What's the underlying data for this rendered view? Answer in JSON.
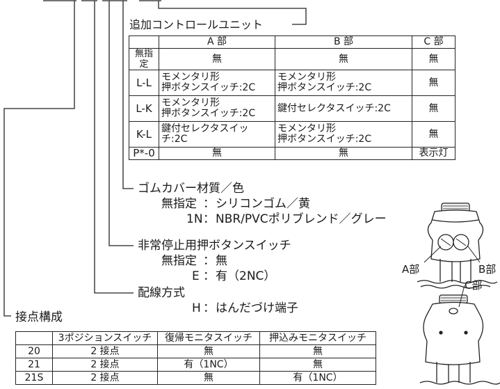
{
  "additional_unit": {
    "label": "追加コントロールユニット",
    "headers": [
      "",
      "A 部",
      "B 部",
      "C 部"
    ],
    "rows": [
      {
        "code": "無指定",
        "a": "無",
        "b": "無",
        "c": "無"
      },
      {
        "code": "L-L",
        "a": "モメンタリ形\n押ボタンスイッチ:2C",
        "b": "モメンタリ形\n押ボタンスイッチ:2C",
        "c": "無"
      },
      {
        "code": "L-K",
        "a": "モメンタリ形\n押ボタンスイッチ:2C",
        "b": "鍵付セレクタスイッチ:2C",
        "c": "無"
      },
      {
        "code": "K-L",
        "a": "鍵付セレクタスイッチ:2C",
        "b": "モメンタリ形\n押ボタンスイッチ:2C",
        "c": "無"
      },
      {
        "code": "P*-0",
        "a": "無",
        "b": "無",
        "c": "表示灯"
      }
    ]
  },
  "rubber_cover": {
    "title": "ゴムカバー材質／色",
    "opt1_key": "無指定",
    "opt1_val": "シリコンゴム／黄",
    "opt2_key": "1N",
    "opt2_val": "NBR/PVCポリブレンド／グレー"
  },
  "emergency_stop": {
    "title": "非常停止用押ボタンスイッチ",
    "opt1_key": "無指定",
    "opt1_val": "無",
    "opt2_key": "E",
    "opt2_val": "有（2NC）"
  },
  "wiring": {
    "title": "配線方式",
    "opt1_key": "H",
    "opt1_val": "はんだづけ端子"
  },
  "contact": {
    "title": "接点構成",
    "headers": [
      "",
      "3ポジションスイッチ",
      "復帰モニタスイッチ",
      "押込みモニタスイッチ"
    ],
    "rows": [
      {
        "code": "20",
        "a": "2 接点",
        "b": "無",
        "c": "無"
      },
      {
        "code": "21",
        "a": "2 接点",
        "b": "有（1NC）",
        "c": "無"
      },
      {
        "code": "21S",
        "a": "2 接点",
        "b": "無",
        "c": "有（1NC）"
      }
    ]
  },
  "figure": {
    "label_a": "A部",
    "label_b": "B部",
    "label_c": "C部"
  }
}
